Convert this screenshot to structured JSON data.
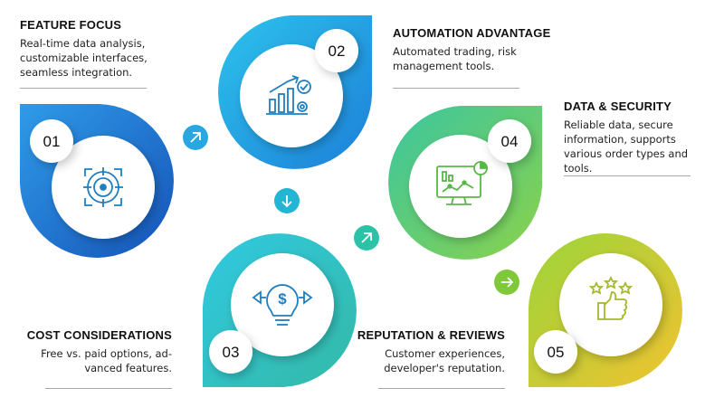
{
  "steps": [
    {
      "number": "01",
      "title": "FEATURE FOCUS",
      "lines": [
        "Real-time data analysis,",
        "customizable interfaces,",
        "seamless integration."
      ],
      "icon": "target-icon"
    },
    {
      "number": "02",
      "title": "AUTOMATION ADVANTAGE",
      "lines": [
        "Automated trading, risk",
        "management tools."
      ],
      "icon": "growth-chart-icon"
    },
    {
      "number": "03",
      "title": "COST CONSIDERATIONS",
      "lines": [
        "Free vs. paid options, ad-",
        "vanced features."
      ],
      "icon": "dollar-bulb-icon"
    },
    {
      "number": "04",
      "title": "DATA & SECURITY",
      "lines": [
        "Reliable data, secure",
        "information, supports",
        "various order types and",
        "tools."
      ],
      "icon": "monitor-analytics-icon"
    },
    {
      "number": "05",
      "title": "REPUTATION & REVIEWS",
      "lines": [
        "Customer experiences,",
        "developer's reputation."
      ],
      "icon": "thumbs-up-stars-icon"
    }
  ],
  "arrows": [
    "arrow-up-right-icon",
    "arrow-down-icon",
    "arrow-up-right-icon",
    "arrow-right-icon"
  ],
  "colors": {
    "blue_dark": "#1565c0",
    "blue_mid": "#1e88e5",
    "cyan": "#29b6f6",
    "teal": "#26c6da",
    "green": "#66bb6a",
    "yellow_green": "#a5d63c",
    "yellow": "#f2c230",
    "icon_stroke": "#1f7fbf"
  }
}
